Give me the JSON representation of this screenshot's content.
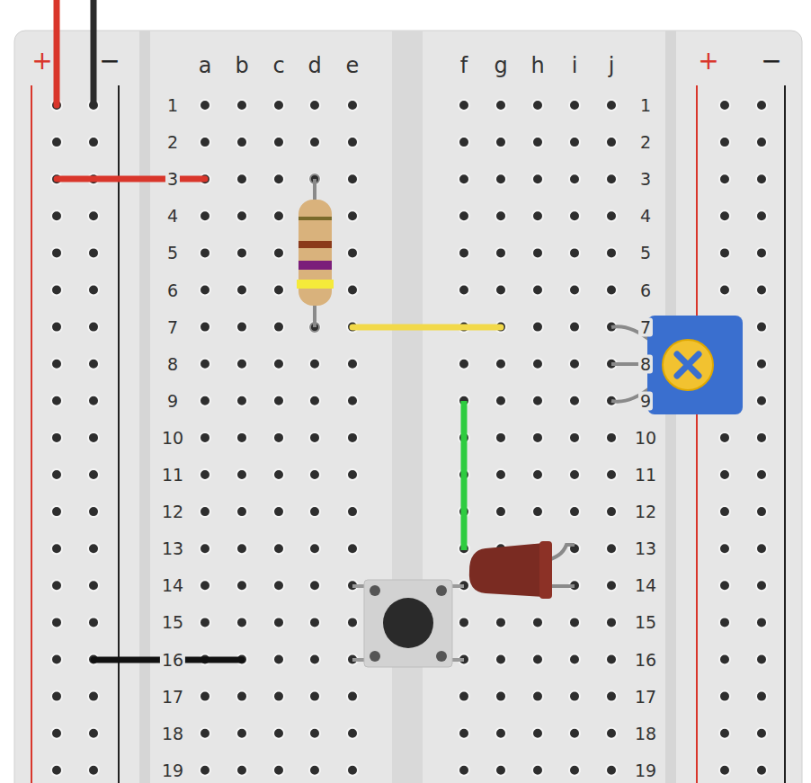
{
  "diagram": {
    "labels": [
      "+",
      "−",
      "a",
      "b",
      "c",
      "d",
      "e",
      "f",
      "g",
      "h",
      "i",
      "j",
      "+",
      "−",
      "1",
      "2",
      "3",
      "4",
      "5",
      "6",
      "7",
      "8",
      "9",
      "10",
      "11",
      "12",
      "13",
      "14",
      "15",
      "16",
      "17",
      "18",
      "19",
      "1",
      "2",
      "3",
      "4",
      "5",
      "6",
      "7",
      "8",
      "9",
      "10",
      "11",
      "12",
      "13",
      "14",
      "15",
      "16",
      "17",
      "18",
      "19"
    ]
  }
}
